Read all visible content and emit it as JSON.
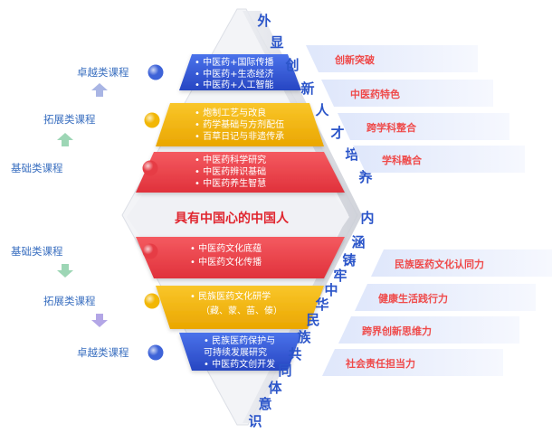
{
  "colors": {
    "blue": "#2f56d3",
    "gold": "#f0b400",
    "red": "#ec3c44",
    "gray": "#eceef2",
    "tag_blue": "#e8eefc",
    "tag_red": "#ef4a4a",
    "vertical_text": "#2b55c9"
  },
  "center_title": "具有中国心的中国人",
  "upper_levels": [
    {
      "label": "卓越类课程",
      "dot": "#3e63d8",
      "items": [
        "中医药+国际传播",
        "中医药+生态经济",
        "中医药+人工智能"
      ]
    },
    {
      "label": "拓展类课程",
      "dot": "#f2b705",
      "items": [
        "炮制工艺与改良",
        "药学基础与方剂配伍",
        "百草日记与非遗传承"
      ]
    },
    {
      "label": "基础类课程",
      "dot": "#e63c45",
      "items": [
        "中医药科学研究",
        "中医药辨识基础",
        "中医药养生智慧"
      ]
    }
  ],
  "lower_levels": [
    {
      "label": "基础类课程",
      "dot": "#e63c45",
      "items": [
        "中医药文化底蕴",
        "中医药文化传播"
      ]
    },
    {
      "label": "拓展类课程",
      "dot": "#f2b705",
      "items": [
        "民族医药文化研学",
        "（藏、蒙、苗、傣）"
      ]
    },
    {
      "label": "卓越类课程",
      "dot": "#3e63d8",
      "items": [
        "民族医药保护与",
        "可持续发展研究",
        "中医药文创开发"
      ]
    }
  ],
  "vertical_top": [
    "外",
    "显",
    "创",
    "新",
    "人",
    "才",
    "培",
    "养"
  ],
  "vertical_bottom": [
    "内",
    "涵",
    "铸",
    "牢",
    "中",
    "华",
    "民",
    "族",
    "共",
    "同",
    "体",
    "意",
    "识"
  ],
  "right_top_tags": [
    "创新突破",
    "中医药特色",
    "跨学科整合",
    "学科融合"
  ],
  "right_bottom_tags": [
    "民族医药文化认同力",
    "健康生活践行力",
    "跨界创新思维力",
    "社会责任担当力"
  ]
}
